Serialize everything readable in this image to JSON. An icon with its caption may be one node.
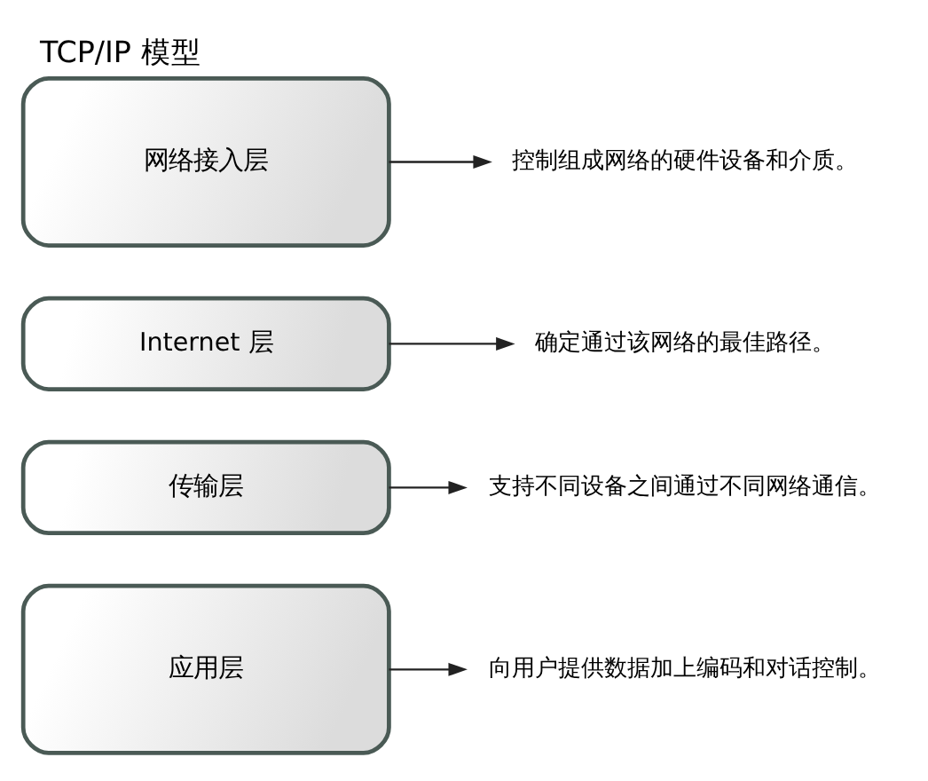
{
  "diagram": {
    "title": "TCP/IP 模型",
    "nodes": [
      {
        "text": [
          "应用层"
        ]
      },
      {
        "text": [
          "传输层"
        ]
      },
      {
        "text": [
          "Internet 层"
        ]
      },
      {
        "text": [
          "网络接入层"
        ]
      },
      {
        "text": [
          "向用户提供数据加上编码和对话控制。"
        ]
      },
      {
        "text": [
          "支持不同设备之间通过不同网络通信。"
        ]
      },
      {
        "text": [
          "确定通过该网络的最佳路径。"
        ]
      },
      {
        "text": [
          "控制组成网络的硬件设备和介质。"
        ]
      }
    ],
    "edges": [
      {
        "from": 0,
        "to": 4,
        "arrow": "to"
      },
      {
        "from": 1,
        "to": 5,
        "arrow": "to"
      },
      {
        "from": 2,
        "to": 6,
        "arrow": "to"
      },
      {
        "from": 3,
        "to": 7,
        "arrow": "to"
      }
    ]
  }
}
